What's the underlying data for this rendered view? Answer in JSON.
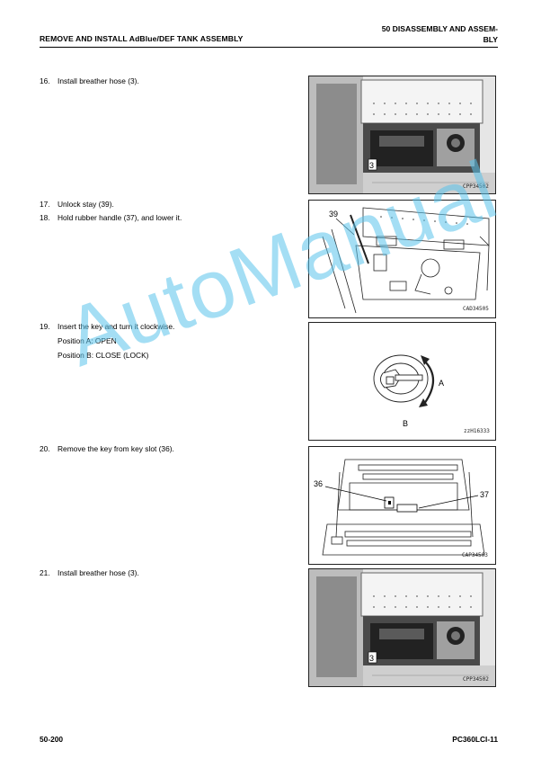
{
  "header": {
    "left_title": "REMOVE AND INSTALL AdBlue/DEF TANK ASSEMBLY",
    "right_title_line1": "50 DISASSEMBLY AND ASSEM-",
    "right_title_line2": "BLY"
  },
  "steps": [
    {
      "num": "16.",
      "text": "Install breather hose (3)."
    },
    {
      "num": "17.",
      "text": "Unlock stay (39)."
    },
    {
      "num": "18.",
      "text": "Hold rubber handle (37), and lower it."
    },
    {
      "num": "19.",
      "text": "Insert the key and turn it clockwise.",
      "sub1": "Position A: OPEN",
      "sub2": "Position B: CLOSE (LOCK)"
    },
    {
      "num": "20.",
      "text": "Remove the key from key slot (36)."
    },
    {
      "num": "21.",
      "text": "Install breather hose (3)."
    }
  ],
  "figures": {
    "fig1": {
      "code": "CPP34502",
      "callout": "3"
    },
    "fig2": {
      "code": "CAD34505",
      "callout": "39"
    },
    "fig3": {
      "code": "zzH16333",
      "label_a": "A",
      "label_b": "B"
    },
    "fig4": {
      "code": "CAP34503",
      "callout_left": "36",
      "callout_right": "37"
    },
    "fig5": {
      "code": "CPP34502",
      "callout": "3"
    }
  },
  "footer": {
    "page": "50-200",
    "model": "PC360LCI-11"
  },
  "watermark": "AutoManual"
}
